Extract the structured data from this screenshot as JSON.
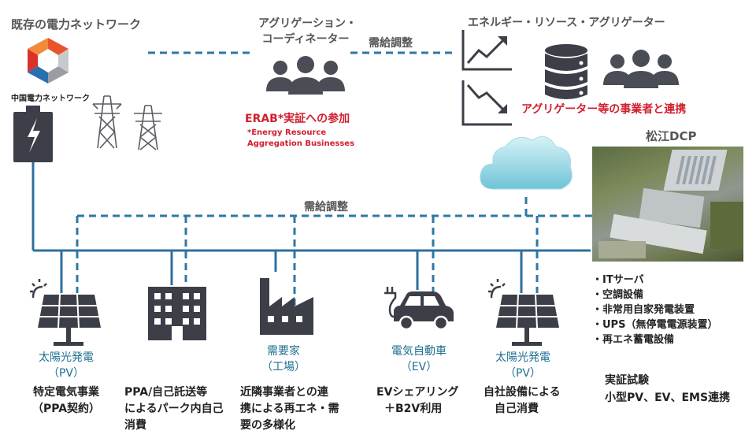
{
  "existing_grid": {
    "title": "既存の電力ネットワーク",
    "logo_label": "中国電力ネットワーク"
  },
  "coordinator": {
    "title_line1": "アグリゲーション・",
    "title_line2": "コーディネーター"
  },
  "supply_demand_top": "需給調整",
  "resource_aggregator": {
    "title": "エネルギー・リソース・アグリゲーター",
    "partnership": "アグリゲーター等の事業者と連携"
  },
  "erab": {
    "title": "ERAB*実証への参加",
    "note_line1": "*Energy Resource",
    "note_line2": "Aggregation Businesses"
  },
  "matsue_dcp": {
    "title": "松江DCP",
    "facilities": [
      "・ITサーバ",
      "・空調設備",
      "・非常用自家発電装置",
      "・UPS（無停電電源装置）",
      "・再エネ蓄電設備"
    ],
    "trial_line1": "実証試験",
    "trial_line2": "小型PV、EV、EMS連携"
  },
  "supply_demand_mid": "需給調整",
  "nodes": {
    "solar1": {
      "label1": "太陽光発電",
      "label2": "（PV）",
      "desc1": "特定電気事業",
      "desc2": "（PPA契約）"
    },
    "building": {
      "desc1": "PPA/自己託送等",
      "desc2": "によるパーク内自己",
      "desc3": "消費"
    },
    "factory": {
      "label1": "需要家",
      "label2": "（工場）",
      "desc1": "近隣事業者との連",
      "desc2": "携による再エネ・需",
      "desc3": "要の多様化"
    },
    "ev": {
      "label1": "電気自動車",
      "label2": "（EV）",
      "desc1": "EVシェアリング",
      "desc2": "＋B2V利用"
    },
    "solar2": {
      "label1": "太陽光発電",
      "label2": "（PV）",
      "desc1": "自社設備による",
      "desc2": "自己消費"
    }
  },
  "colors": {
    "line_blue": "#2e6f9e",
    "dashed_blue": "#2c78a5",
    "red_text": "#d0202e",
    "icon_dark": "#4a4d55"
  }
}
